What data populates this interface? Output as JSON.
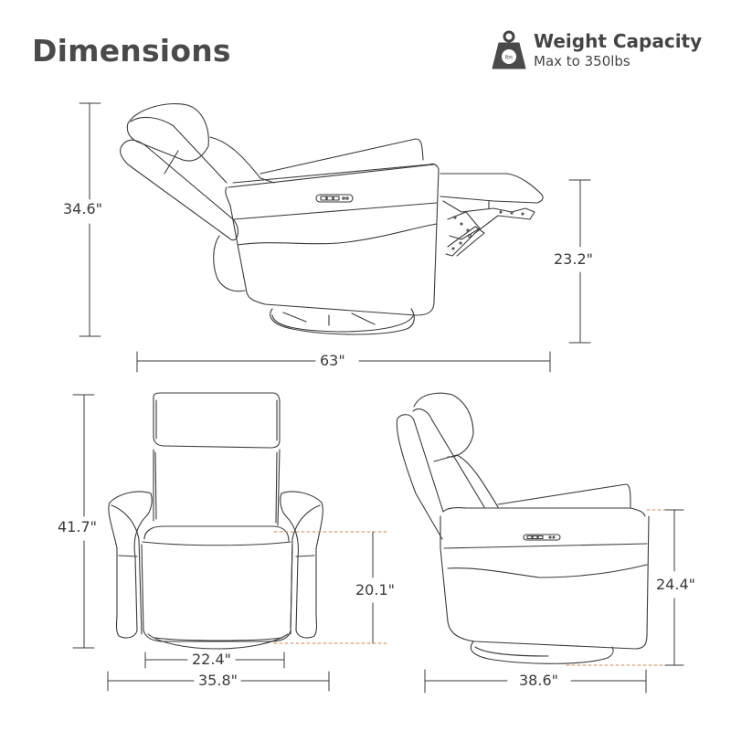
{
  "header": {
    "title": "Dimensions",
    "weight_capacity": {
      "icon": "weight-icon",
      "icon_label": "lbs",
      "title": "Weight Capacity",
      "subtitle": "Max to 350lbs"
    }
  },
  "views": {
    "reclined_side": {
      "height_total": "34.6\"",
      "footrest_height": "23.2\"",
      "length_extended": "63\""
    },
    "front": {
      "height_total": "41.7\"",
      "seat_height": "20.1\"",
      "seat_width": "22.4\"",
      "overall_width": "35.8\""
    },
    "upright_side": {
      "arm_height": "24.4\"",
      "depth": "38.6\""
    }
  },
  "colors": {
    "line": "#3a3a3a",
    "guide_dashed": "#c98a5a",
    "title": "#4a4a4a"
  }
}
